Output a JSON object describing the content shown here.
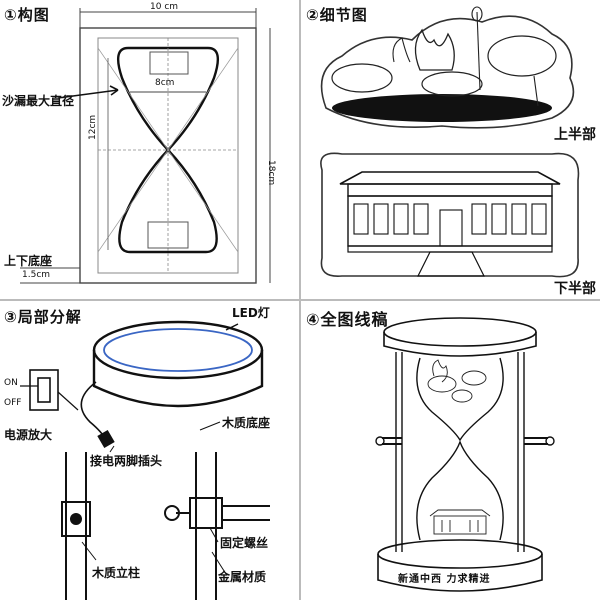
{
  "panels": {
    "composition": {
      "title": "①构图",
      "width_dim": "10 cm",
      "neck_dim": "8cm",
      "half_height_dim": "12cm",
      "total_height_dim": "18cm",
      "annot_max_diameter": "沙漏最大直径",
      "annot_bases": "上下底座",
      "annot_base_thickness": "1.5cm"
    },
    "detail": {
      "title": "②细节图",
      "label_top": "上半部",
      "label_bottom": "下半部"
    },
    "parts": {
      "title": "③局部分解",
      "led": "LED灯",
      "switch_on": "ON",
      "switch_off": "OFF",
      "power_zoom": "电源放大",
      "wood_base": "木质底座",
      "plug": "接电两脚插头",
      "fixing_screw": "固定螺丝",
      "wood_pillar": "木质立柱",
      "metal": "金属材质"
    },
    "final": {
      "title": "④全图线稿",
      "slogan": "新通中西  力求精进"
    }
  }
}
